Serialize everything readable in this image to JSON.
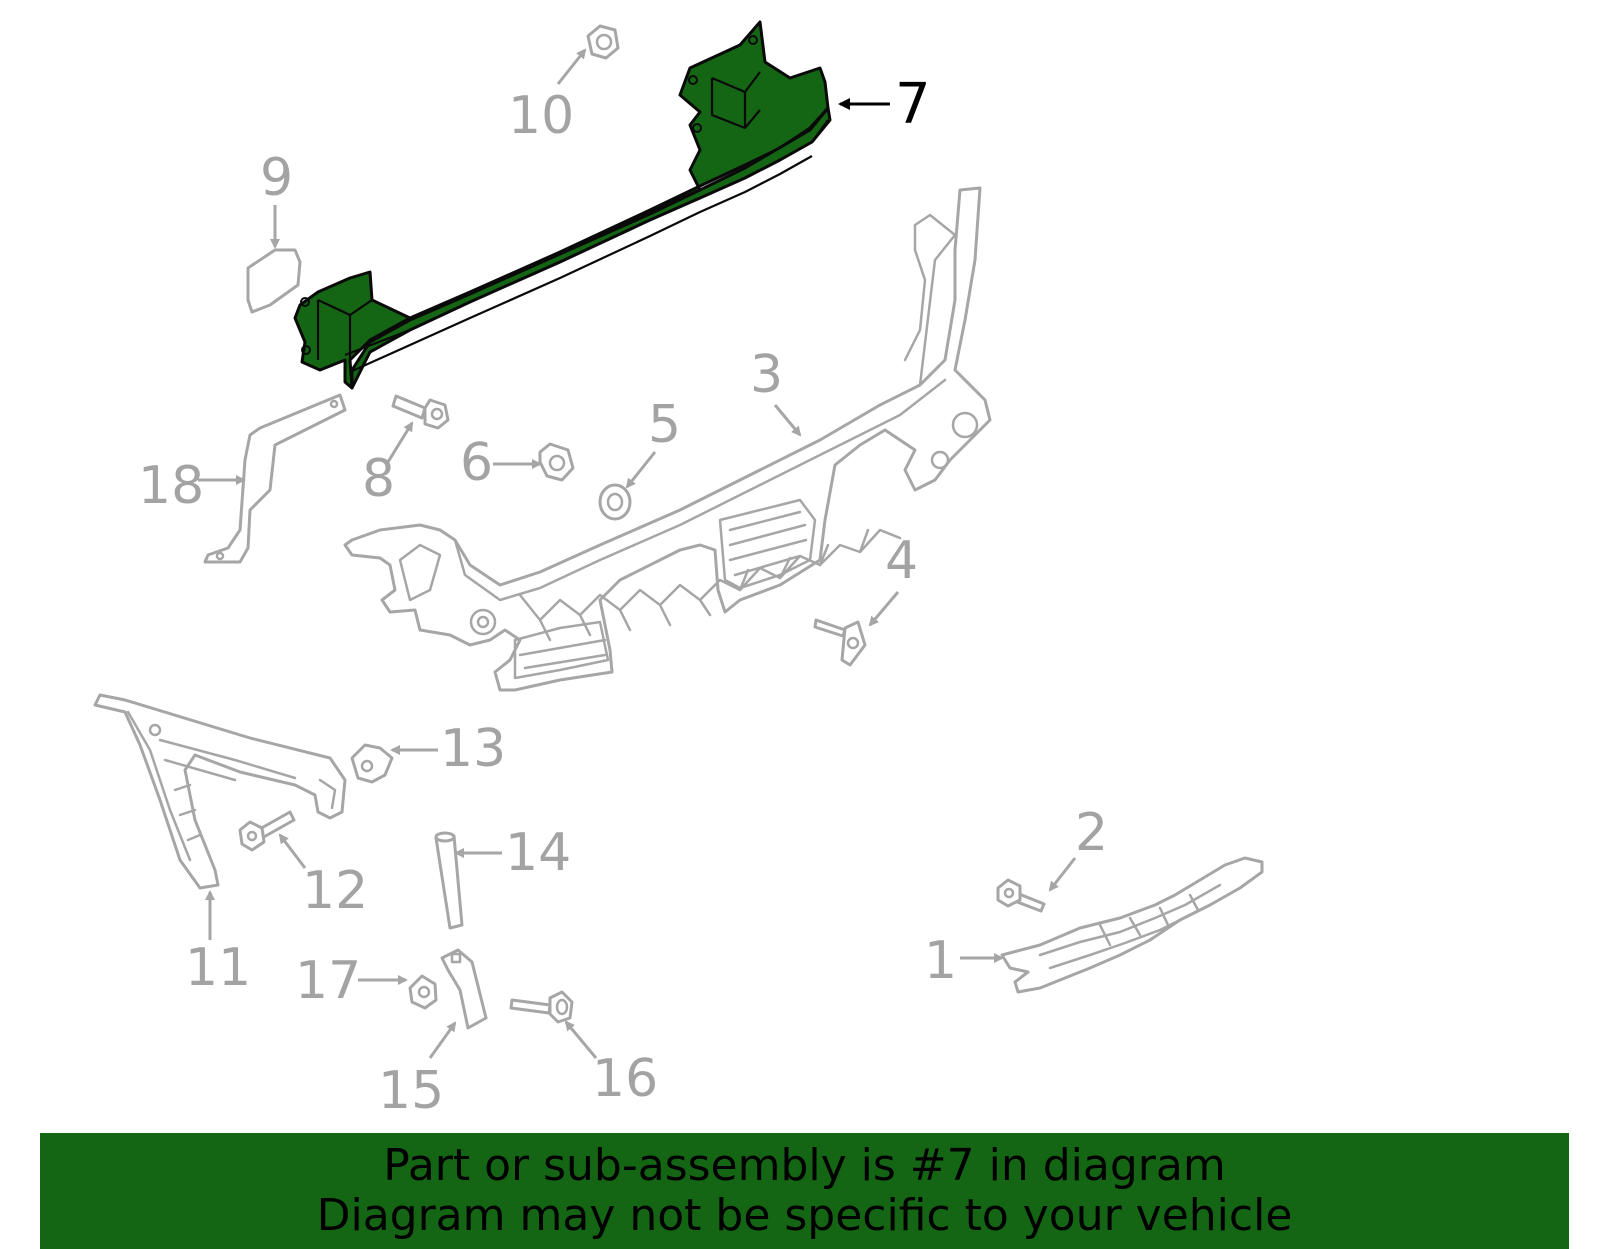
{
  "colors": {
    "highlight": "#146614",
    "outline": "#a6a6a6",
    "callout_text": "#a3a3a3",
    "banner_background": "#146614",
    "banner_text": "#000000"
  },
  "callouts": {
    "c1": "1",
    "c2": "2",
    "c3": "3",
    "c4": "4",
    "c5": "5",
    "c6": "6",
    "c7": "7",
    "c8": "8",
    "c9": "9",
    "c10": "10",
    "c11": "11",
    "c12": "12",
    "c13": "13",
    "c14": "14",
    "c15": "15",
    "c16": "16",
    "c17": "17",
    "c18": "18"
  },
  "highlighted_part": "7",
  "banner": {
    "line1": "Part or sub-assembly is #7 in diagram",
    "line2": "Diagram may not be specific to your vehicle"
  }
}
